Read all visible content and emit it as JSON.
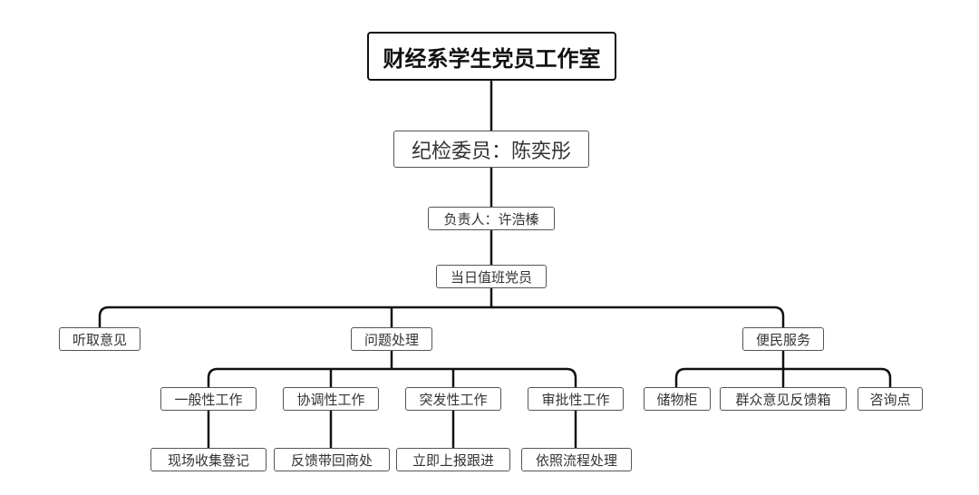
{
  "root": "财经系学生党员工作室",
  "inspector": "纪检委员：陈奕彤",
  "leader": "负责人：许浩榛",
  "duty": "当日值班党员",
  "branches": {
    "listen": "听取意见",
    "issues": "问题处理",
    "service": "便民服务"
  },
  "issue_types": [
    "一般性工作",
    "协调性工作",
    "突发性工作",
    "审批性工作"
  ],
  "issue_actions": [
    "现场收集登记",
    "反馈带回商处",
    "立即上报跟进",
    "依照流程处理"
  ],
  "services": [
    "储物柜",
    "群众意见反馈箱",
    "咨询点"
  ]
}
